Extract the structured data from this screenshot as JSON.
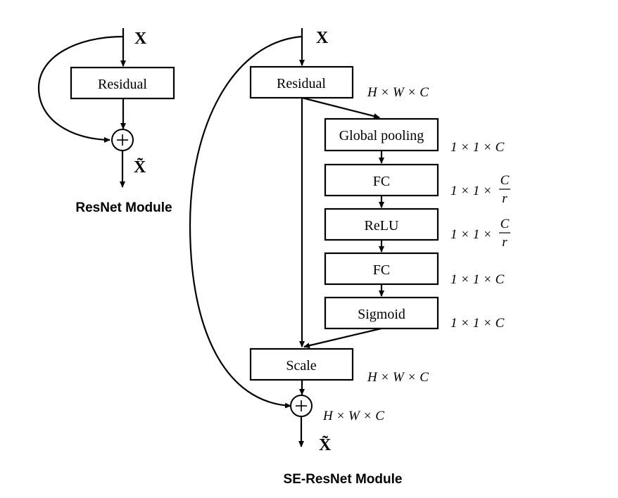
{
  "resnet": {
    "input_label": "X",
    "residual_label": "Residual",
    "output_label": "X̃",
    "caption": "ResNet Module"
  },
  "se_resnet": {
    "input_label": "X",
    "residual_label": "Residual",
    "global_pooling_label": "Global pooling",
    "fc1_label": "FC",
    "relu_label": "ReLU",
    "fc2_label": "FC",
    "sigmoid_label": "Sigmoid",
    "scale_label": "Scale",
    "output_label": "X̃",
    "caption": "SE-ResNet Module",
    "dims": {
      "residual": "H × W × C",
      "global_pooling": "1 × 1 × C",
      "fc1_prefix": "1 × 1 ×",
      "fc1_num": "C",
      "fc1_den": "r",
      "relu_prefix": "1 × 1 ×",
      "relu_num": "C",
      "relu_den": "r",
      "fc2": "1 × 1 × C",
      "sigmoid": "1 × 1 × C",
      "scale": "H × W × C",
      "sum": "H × W × C"
    }
  },
  "symbols": {
    "plus": "+"
  }
}
